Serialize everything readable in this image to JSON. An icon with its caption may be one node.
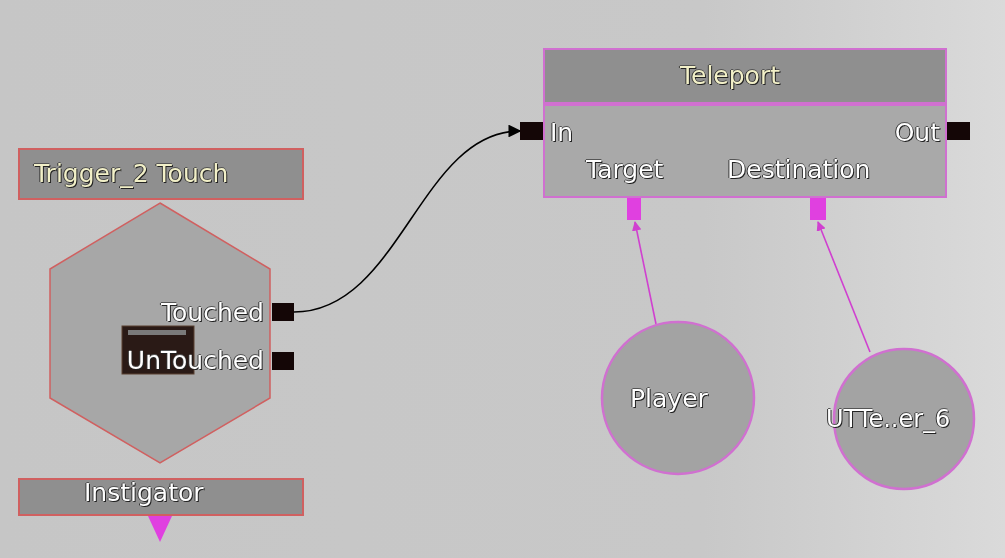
{
  "diagram": {
    "nodes": [
      {
        "text": [
          "Trigger_2 Touch",
          "Touched",
          "UnTouched",
          "Instigator"
        ]
      },
      {
        "text": [
          "Teleport",
          "In",
          "Out",
          "Target",
          "Destination"
        ]
      },
      {
        "text": [
          "Player"
        ]
      },
      {
        "text": [
          "UTTe..er_6"
        ]
      }
    ],
    "edges": [
      {
        "from": 0,
        "to": 1,
        "arrow": "to",
        "color": "#000000"
      },
      {
        "from": 2,
        "to": 1,
        "arrow": "to"
      },
      {
        "from": 3,
        "to": 1,
        "arrow": "to"
      }
    ]
  }
}
